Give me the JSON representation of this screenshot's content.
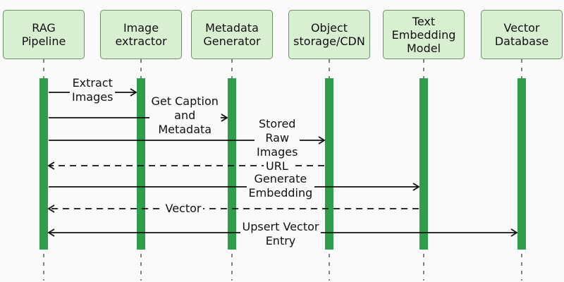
{
  "participants": [
    {
      "id": "rag",
      "lines": [
        "RAG",
        "Pipeline"
      ]
    },
    {
      "id": "img",
      "lines": [
        "Image",
        "extractor"
      ]
    },
    {
      "id": "meta",
      "lines": [
        "Metadata",
        "Generator"
      ]
    },
    {
      "id": "obj",
      "lines": [
        "Object",
        "storage/CDN"
      ]
    },
    {
      "id": "emb",
      "lines": [
        "Text",
        "Embedding",
        "Model"
      ]
    },
    {
      "id": "vdb",
      "lines": [
        "Vector",
        "Database"
      ]
    }
  ],
  "messages": [
    {
      "from": "rag",
      "to": "img",
      "style": "solid",
      "label": [
        "Extract",
        "Images"
      ]
    },
    {
      "from": "rag",
      "to": "meta",
      "style": "solid",
      "label": [
        "Get Caption",
        "and",
        "Metadata"
      ]
    },
    {
      "from": "rag",
      "to": "obj",
      "style": "solid",
      "label": [
        "Stored",
        "Raw",
        "Images"
      ]
    },
    {
      "from": "obj",
      "to": "rag",
      "style": "dashed",
      "label": [
        "URL"
      ]
    },
    {
      "from": "rag",
      "to": "emb",
      "style": "solid",
      "label": [
        "Generate",
        "Embedding"
      ]
    },
    {
      "from": "emb",
      "to": "rag",
      "style": "dashed",
      "label": [
        "Vector"
      ]
    },
    {
      "from": "rag",
      "to": "vdb",
      "style": "both",
      "label": [
        "Upsert Vector",
        "Entry"
      ]
    }
  ],
  "colors": {
    "box_fill": "#d9efd2",
    "box_border": "#6d8f63",
    "activation": "#2e9e4a",
    "line": "#111111"
  }
}
